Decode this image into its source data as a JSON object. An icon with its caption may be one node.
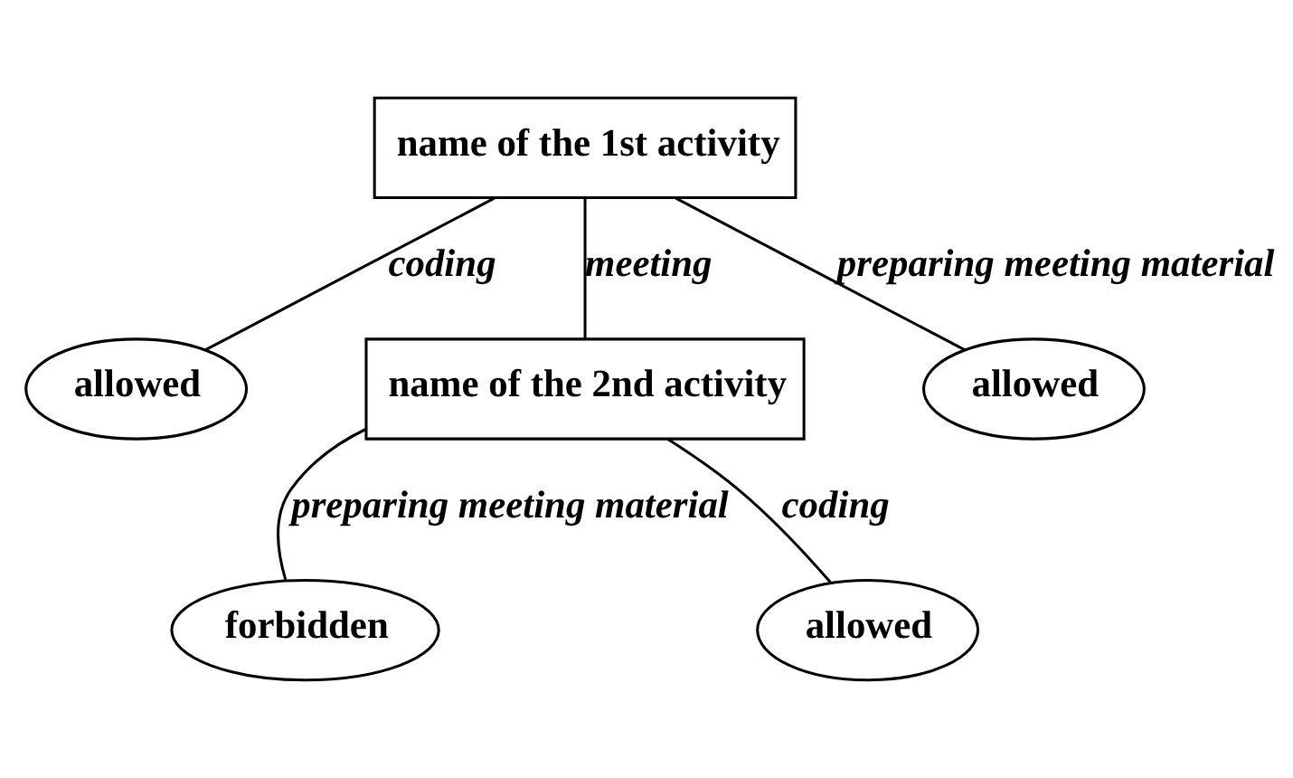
{
  "diagram": {
    "nodes": [
      {
        "text": [
          "name of the 1st activity"
        ]
      },
      {
        "text": [
          "allowed"
        ]
      },
      {
        "text": [
          "name of the 2nd activity"
        ]
      },
      {
        "text": [
          "allowed"
        ]
      },
      {
        "text": [
          "forbidden"
        ]
      },
      {
        "text": [
          "allowed"
        ]
      }
    ],
    "edges": [
      {
        "from": 0,
        "to": 1,
        "arrow": "none",
        "label": "coding"
      },
      {
        "from": 0,
        "to": 2,
        "arrow": "none",
        "label": "meeting"
      },
      {
        "from": 0,
        "to": 3,
        "arrow": "none",
        "label": "preparing meeting material"
      },
      {
        "from": 2,
        "to": 4,
        "arrow": "none",
        "label": "preparing meeting material"
      },
      {
        "from": 2,
        "to": 5,
        "arrow": "none",
        "label": "coding"
      }
    ]
  }
}
